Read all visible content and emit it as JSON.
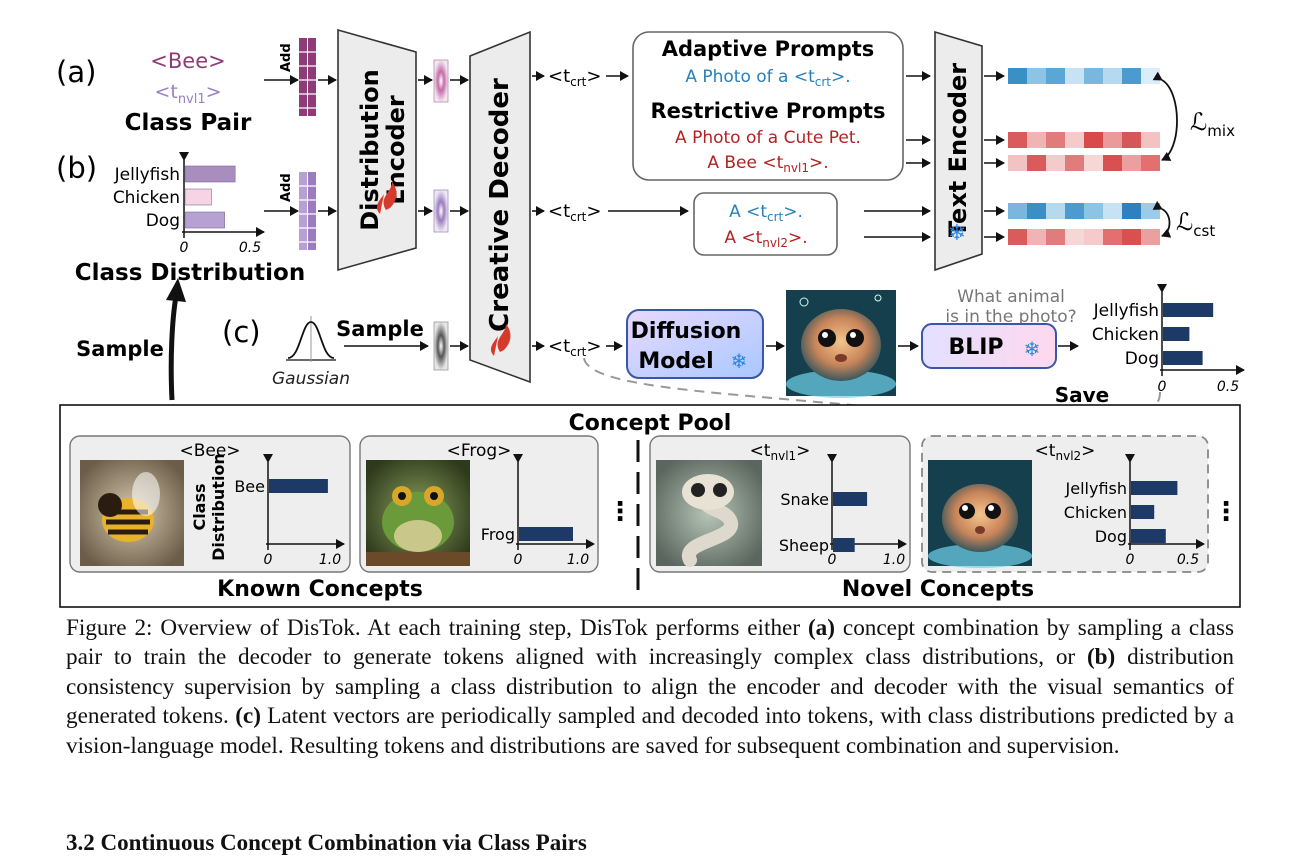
{
  "figure": {
    "labels": {
      "a": "(a)",
      "b": "(b)",
      "c": "(c)"
    },
    "class_pair": {
      "token1": "<Bee>",
      "token2_base": "<t",
      "token2_sub": "nvl1",
      "token2_end": ">",
      "label": "Class Pair"
    },
    "class_distribution": {
      "label": "Class Distribution",
      "categories": [
        "Jellyfish",
        "Chicken",
        "Dog"
      ],
      "values": [
        0.38,
        0.2,
        0.3
      ],
      "ticks": [
        "0",
        "0.5"
      ]
    },
    "add_label": "Add",
    "sample_label": "Sample",
    "gaussian_label": "Gaussian",
    "distribution_encoder": {
      "line1": "Distribution",
      "line2": "Encoder"
    },
    "creative_decoder": "Creative Decoder",
    "t_crt": {
      "base": "<t",
      "sub": "crt",
      "end": ">"
    },
    "prompts": {
      "adaptive_title": "Adaptive Prompts",
      "adaptive_text": "A Photo of a <t",
      "restrictive_title": "Restrictive Prompts",
      "restrictive_text1": "A Photo of a Cute Pet.",
      "restrictive_text2": "A Bee <t",
      "small_text1": "A <t",
      "small_text2": "A <t",
      "sub_crt": "crt",
      "sub_nvl1": "nvl1",
      "sub_nvl2": "nvl2",
      "end_dot": ">.",
      "end": ">."
    },
    "text_encoder": "Text Encoder",
    "loss_mix": {
      "symbol": "ℒ",
      "sub": "mix"
    },
    "loss_cst": {
      "symbol": "ℒ",
      "sub": "cst"
    },
    "diffusion_model": {
      "line1": "Diffusion",
      "line2": "Model"
    },
    "blip": {
      "label": "BLIP",
      "question_line1": "What animal",
      "question_line2": "is in the photo?"
    },
    "predicted_distribution": {
      "categories": [
        "Jellyfish",
        "Chicken",
        "Dog"
      ],
      "values": [
        0.38,
        0.2,
        0.3
      ],
      "ticks": [
        "0",
        "0.5"
      ]
    },
    "save_label": "Save",
    "concept_pool": {
      "title": "Concept Pool",
      "known_label": "Known Concepts",
      "novel_label": "Novel Concepts",
      "class_distribution_label1": "Class",
      "class_distribution_label2": "Distribution",
      "cards": [
        {
          "token": "<Bee>",
          "categories": [
            "Bee"
          ],
          "values": [
            0.95
          ],
          "ticks": [
            "0",
            "1.0"
          ]
        },
        {
          "token": "<Frog>",
          "categories": [
            "Frog"
          ],
          "values": [
            0.9
          ],
          "ticks": [
            "0",
            "1.0"
          ]
        },
        {
          "token_base": "<t",
          "token_sub": "nvl1",
          "token_end": ">",
          "categories": [
            "Snake",
            "Sheep"
          ],
          "values": [
            0.55,
            0.35
          ],
          "ticks": [
            "0",
            "1.0"
          ]
        },
        {
          "token_base": "<t",
          "token_sub": "nvl2",
          "token_end": ">",
          "categories": [
            "Jellyfish",
            "Chicken",
            "Dog"
          ],
          "values": [
            0.4,
            0.2,
            0.3
          ],
          "ticks": [
            "0",
            "0.5"
          ]
        }
      ]
    },
    "colors": {
      "bar_dark": "#1d3a66",
      "bar_light": "#a98dbf",
      "blue": "#2980b9",
      "red": "#b22222",
      "gray_box": "#7a7a7a"
    }
  },
  "caption": {
    "figure_label": "Figure 2:",
    "intro": " Overview of DisTok. At each training step, DisTok performs either ",
    "a_label": "(a)",
    "a_text": " concept combination by sampling a class pair to train the decoder to generate tokens aligned with increasingly complex class distributions, or ",
    "b_label": "(b)",
    "b_text": " distribution consistency supervision by sampling a class distribution to align the encoder and decoder with the visual semantics of generated tokens. ",
    "c_label": "(c)",
    "c_text": " Latent vectors are periodically sampled and decoded into tokens, with class distributions predicted by a vision-language model. Resulting tokens and distributions are saved for subsequent combination and supervision."
  },
  "next_section": "3.2    Continuous Concept Combination via Class Pairs"
}
